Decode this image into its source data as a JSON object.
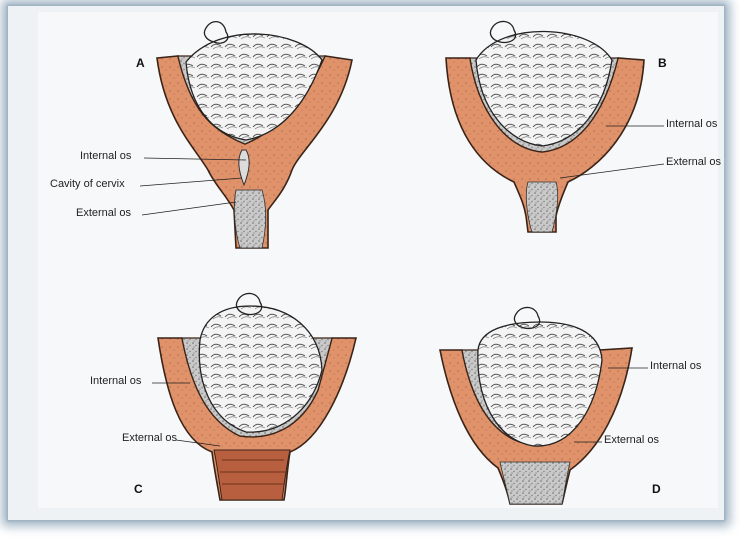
{
  "panels": [
    {
      "letter": "A",
      "labels": [
        "Internal os",
        "Cavity of cervix",
        "External os"
      ]
    },
    {
      "letter": "B",
      "labels": [
        "Internal os",
        "External os"
      ]
    },
    {
      "letter": "C",
      "labels": [
        "Internal os",
        "External os"
      ]
    },
    {
      "letter": "D",
      "labels": [
        "Internal os",
        "External os"
      ]
    }
  ],
  "colors": {
    "uterine_wall": "#e0926a",
    "wall_outline": "#3a2418",
    "canal_stipple": "#b9b9b9",
    "dilated_canal": "#b85f3f",
    "membranes": "#f3f3f3",
    "frame_glow": "#9fb3c4"
  }
}
